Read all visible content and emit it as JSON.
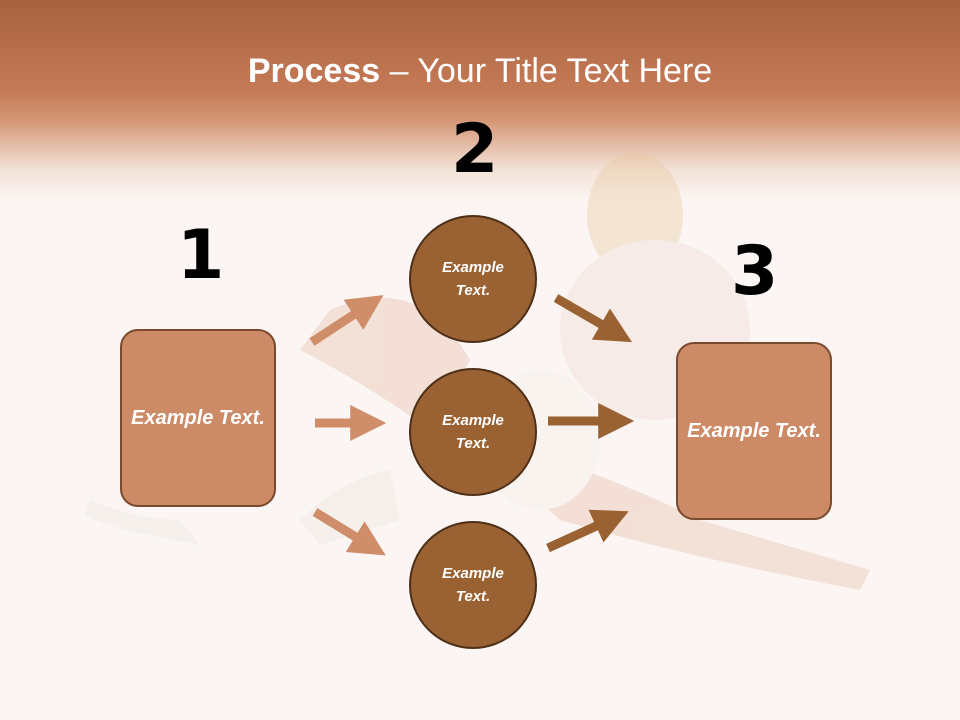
{
  "title": {
    "bold": "Process",
    "separator": " – ",
    "rest": "Your Title Text Here"
  },
  "steps": [
    {
      "number": "1",
      "text": "Example Text."
    },
    {
      "number": "2",
      "text": "Example Text."
    },
    {
      "number": "3",
      "text": "Example Text."
    }
  ],
  "circles": [
    {
      "text": "Example Text."
    },
    {
      "text": "Example Text."
    },
    {
      "text": "Example Text."
    }
  ],
  "colors": {
    "header": "#c47a55",
    "box_fill": "#cd8a66",
    "circle_fill": "#9a6233",
    "arrow_light": "#cf8d6a",
    "arrow_dark": "#9a6233"
  }
}
